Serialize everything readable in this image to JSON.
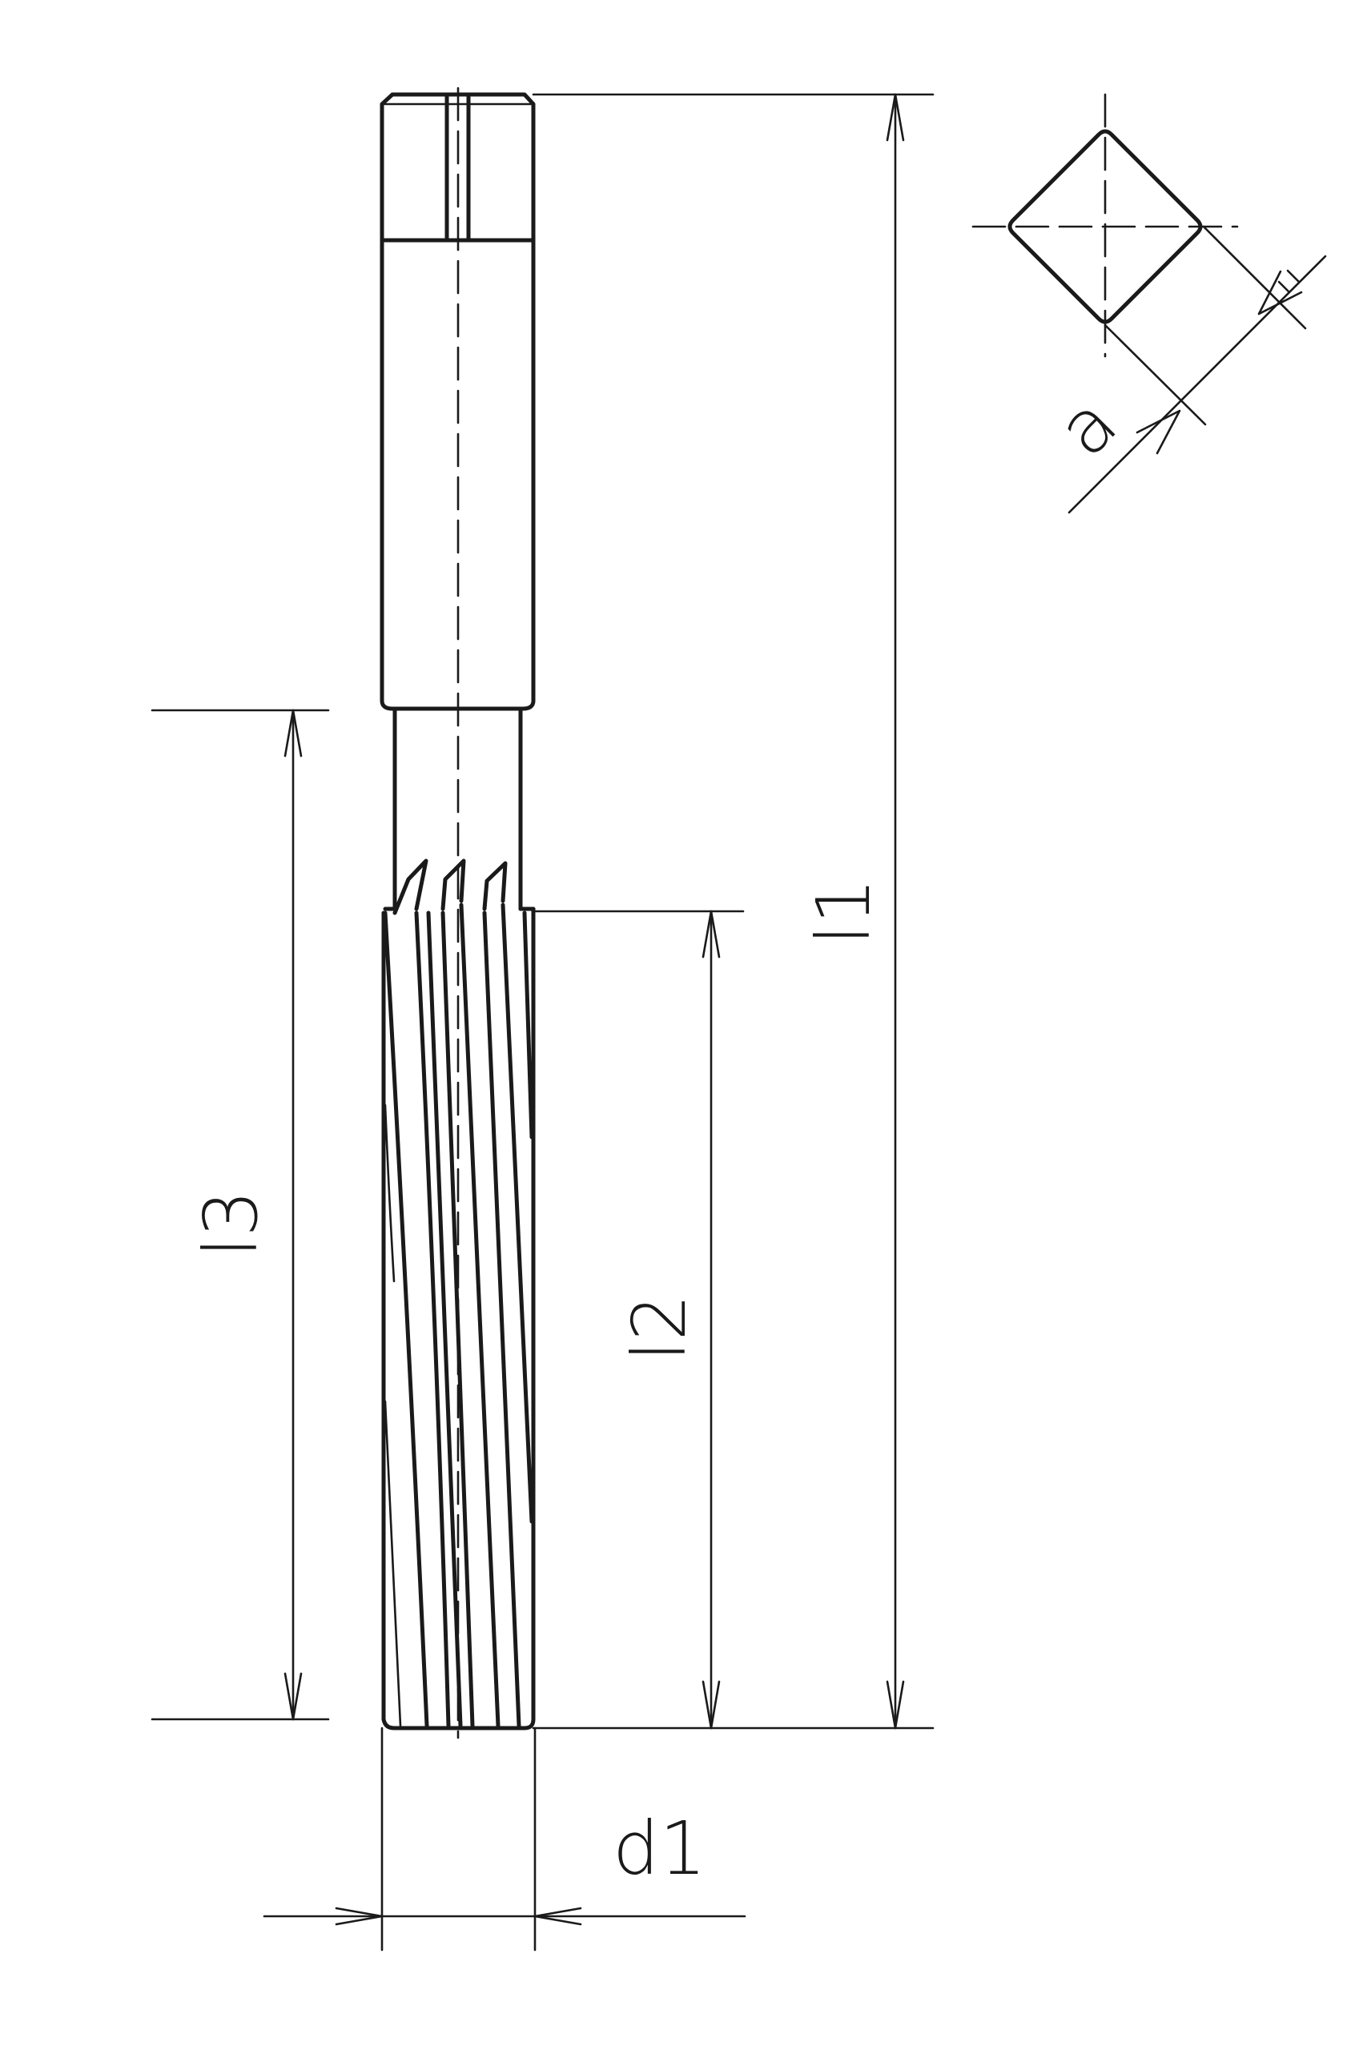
{
  "dimensions": {
    "l1": "l1",
    "l2": "l2",
    "l3": "l3",
    "d1": "d1",
    "a": "a"
  },
  "colors": {
    "line": "#1a1a1a",
    "background": "#ffffff"
  }
}
